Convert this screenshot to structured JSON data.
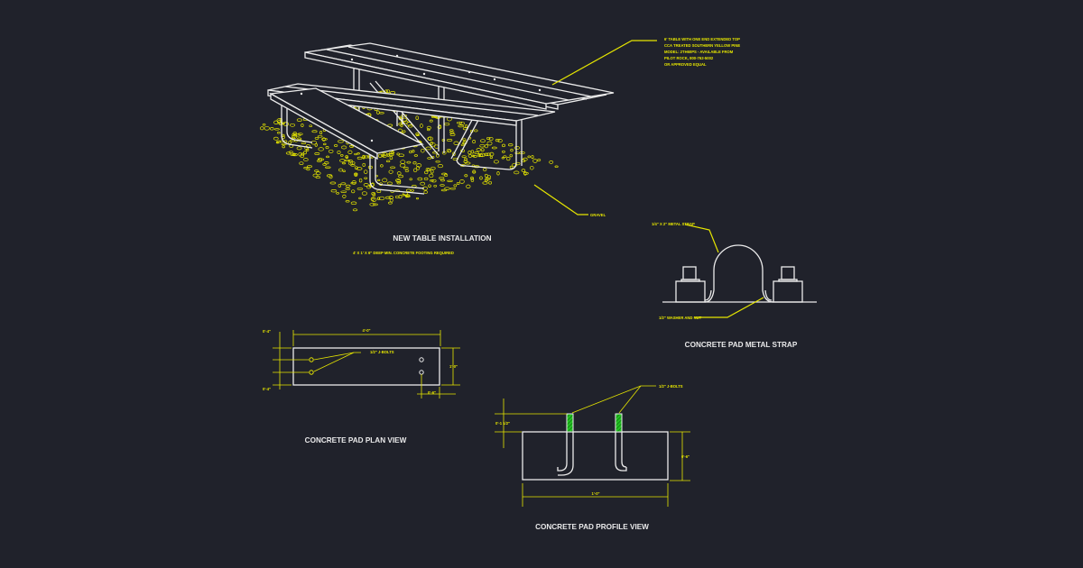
{
  "colors": {
    "background": "#20222b",
    "linework": "#ececec",
    "annotation": "#e6e600",
    "hatch": "#22c322"
  },
  "table_view": {
    "title": "NEW TABLE INSTALLATION",
    "footing_note": "4' X 1' X 6\" DEEP MIN. CONCRETE FOOTING REQUIRED",
    "spec_note": [
      "6' TABLE WITH ONE END EXTENDED TOP",
      "CCA TREATED SOUTHERN YELLOW PINE",
      "MODEL: 2TH60PS - AVAILABLE FROM",
      "PILOT ROCK, 800-762-5002",
      "OR APPROVED EQUAL"
    ],
    "gravel_label": "GRAVEL"
  },
  "strap_view": {
    "title": "CONCRETE PAD METAL STRAP",
    "strap_label": "1/4\" X 2\" METAL STRAP",
    "washer_label": "1/2\" WASHER AND NUT"
  },
  "plan_view": {
    "title": "CONCRETE PAD PLAN VIEW",
    "width_dim": "4'-0\"",
    "left_dim_top": "0'-4\"",
    "left_dim_bottom": "0'-4\"",
    "right_dim": "1'-0\"",
    "bottom_dim": "0'-6\"",
    "bolts_label": "1/2\" J-BOLTS"
  },
  "profile_view": {
    "title": "CONCRETE PAD PROFILE VIEW",
    "bolts_label": "1/2\" J-BOLTS",
    "projection_dim": "0'-1 1/2\"",
    "depth_dim": "0'-6\"",
    "length_dim": "1'-0\""
  }
}
